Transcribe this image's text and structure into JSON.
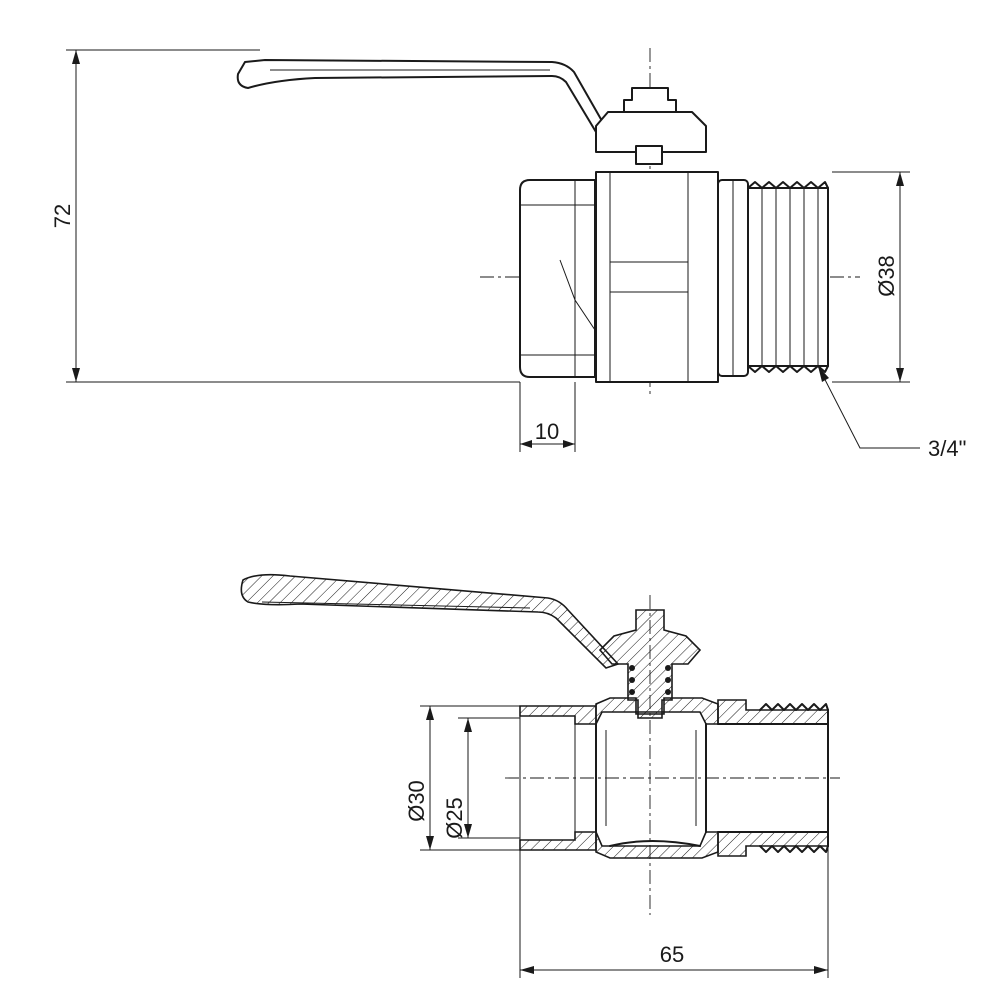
{
  "drawing": {
    "labels": {
      "overall_height": "72",
      "outer_diameter": "Ø38",
      "thread_length": "10",
      "thread_size": "3/4\"",
      "bore_outer": "Ø30",
      "bore_inner": "Ø25",
      "overall_length": "65"
    }
  },
  "colors": {
    "line": "#1a1a1a",
    "background": "#ffffff"
  }
}
